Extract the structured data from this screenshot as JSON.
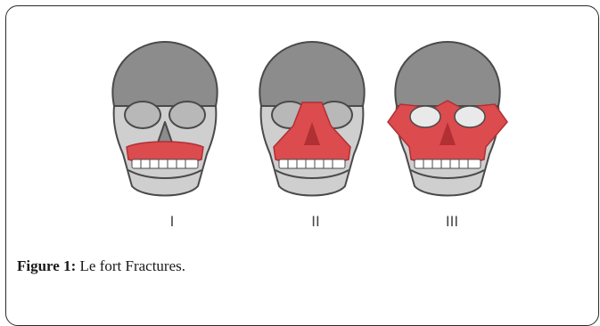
{
  "figure": {
    "labels": [
      "I",
      "II",
      "III"
    ],
    "caption_label": "Figure 1:",
    "caption_text": " Le fort Fractures."
  },
  "colors": {
    "fracture": "#dc4b4e",
    "skull_fill": "#cfcfcf",
    "cranium_fill": "#8c8c8c",
    "outline": "#4a4a4a"
  }
}
